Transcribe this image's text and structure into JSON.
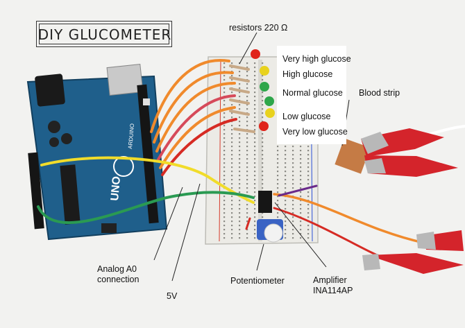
{
  "logo": {
    "text": "DIY GLUCOMETER"
  },
  "labels": {
    "resistors": "resistors 220 Ω",
    "blood_strip": "Blood strip",
    "analog_a0_line1": "Analog A0",
    "analog_a0_line2": "connection",
    "five_volt": "5V",
    "potentiometer": "Potentiometer",
    "amplifier_line1": "Amplifier",
    "amplifier_line2": "INA114AP"
  },
  "led_panel": {
    "items": [
      {
        "label": "Very high glucose",
        "color": "#e0241b"
      },
      {
        "label": "High glucose",
        "color": "#e8d21e"
      },
      {
        "label": "Normal glucose",
        "color": "#2ea64a"
      },
      {
        "label": "Low glucose",
        "color": "#e8d21e"
      },
      {
        "label": "Very low glucose",
        "color": "#e0241b"
      }
    ]
  },
  "board": {
    "brand": "ARDUINO",
    "model": "UNO"
  },
  "colors": {
    "arduino_pcb": "#1f5f8b",
    "breadboard": "#ecebe6",
    "wire_orange": "#f08a2c",
    "wire_red": "#d62b24",
    "wire_yellow": "#f1dc2a",
    "wire_green": "#2a9a52",
    "clip_red": "#d4242b"
  }
}
